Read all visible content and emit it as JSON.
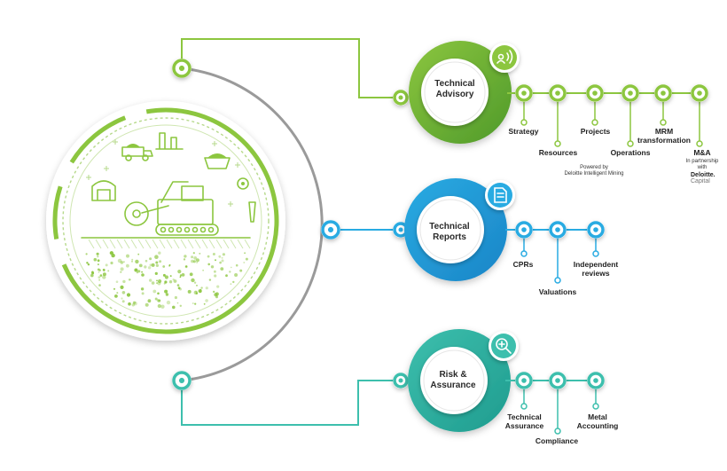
{
  "hubs": [
    {
      "title_line1": "Technical",
      "title_line2": "Advisory",
      "icon": "speaker-icon",
      "color": "#8cc63f",
      "color_dark": "#4f9a2a"
    },
    {
      "title_line1": "Technical",
      "title_line2": "Reports",
      "icon": "document-icon",
      "color": "#29abe2",
      "color_dark": "#1b85c7"
    },
    {
      "title_line1": "Risk &",
      "title_line2": "Assurance",
      "icon": "magnifier-icon",
      "color": "#3dbfad",
      "color_dark": "#1f9c8f"
    }
  ],
  "advisory_items": [
    "Strategy",
    "Resources",
    "Projects",
    "Operations",
    "MRM",
    "transformation",
    "M&A"
  ],
  "powered_by": {
    "line1": "Powered by",
    "line2": "Deloitte Intelligent Mining"
  },
  "partnership": {
    "line1": "In partnership",
    "line2": "with",
    "brand": "Deloitte.",
    "brand_tail": "Capital"
  },
  "reports_items": [
    "CPRs",
    "Valuations",
    "Independent",
    "reviews"
  ],
  "assurance_items": [
    "Technical",
    "Assurance",
    "Compliance",
    "Metal",
    "Accounting"
  ],
  "central_illustration": "mining-illustration"
}
